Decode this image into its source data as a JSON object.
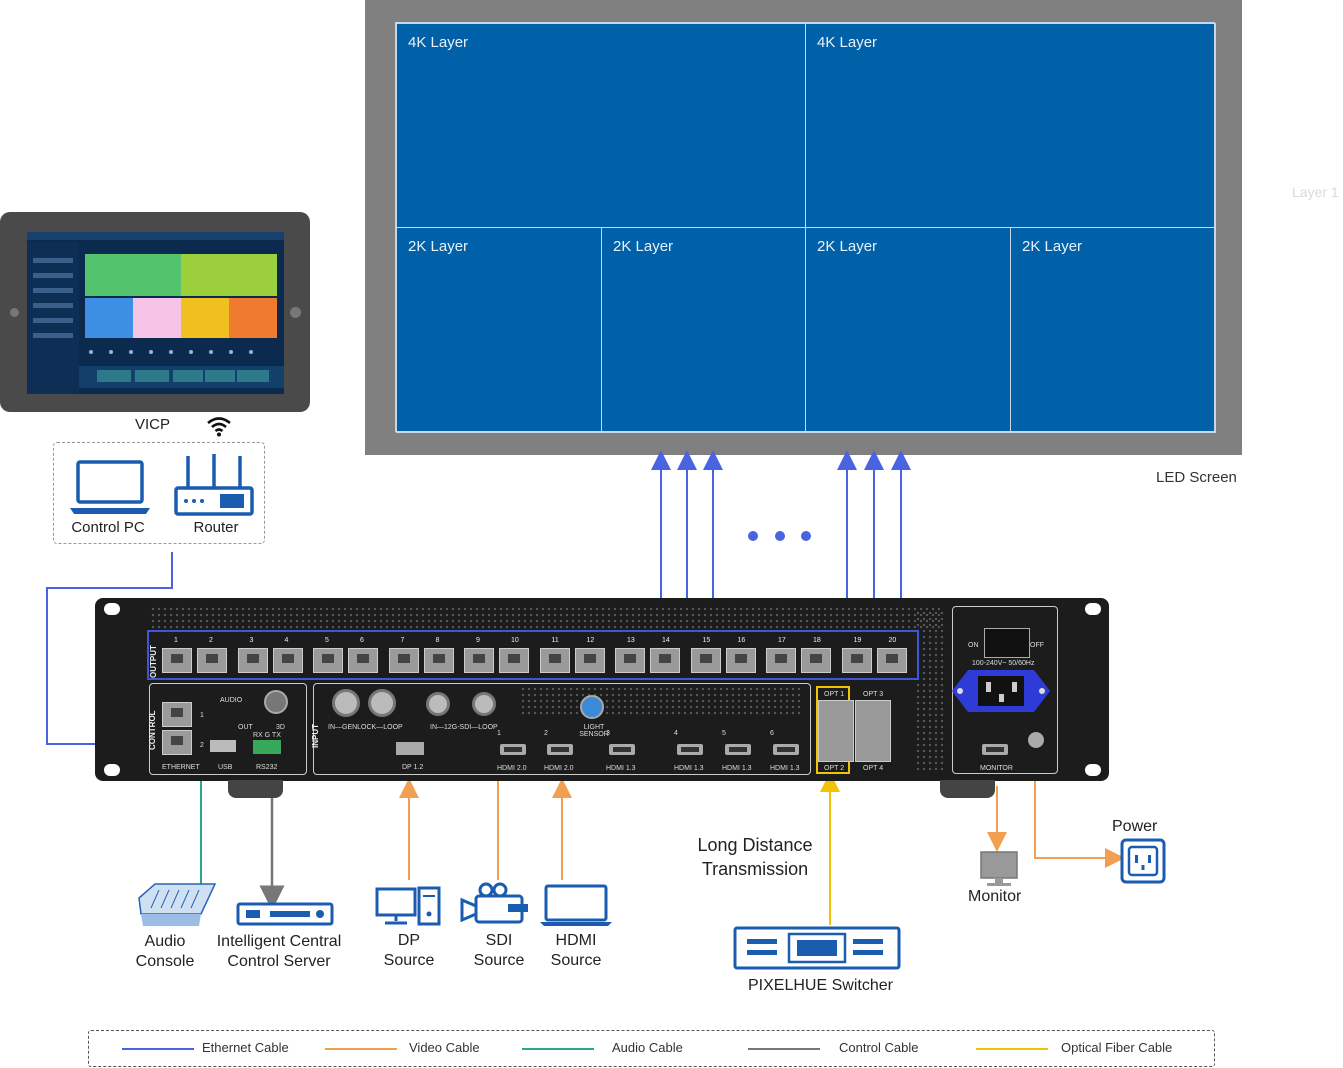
{
  "screen": {
    "label": "LED Screen",
    "ghost_label": "Layer 1",
    "layers_4k": [
      "4K Layer",
      "4K Layer"
    ],
    "layers_2k": [
      "2K Layer",
      "2K Layer",
      "2K Layer",
      "2K Layer"
    ],
    "color": "#0061a8"
  },
  "control": {
    "tablet_label": "VICP",
    "pc_label": "Control PC",
    "router_label": "Router"
  },
  "chassis": {
    "output_label": "OUTPUT",
    "control_label": "CONTROL",
    "input_label": "INPUT",
    "output_ports": [
      "1",
      "2",
      "3",
      "4",
      "5",
      "6",
      "7",
      "8",
      "9",
      "10",
      "11",
      "12",
      "13",
      "14",
      "15",
      "16",
      "17",
      "18",
      "19",
      "20"
    ],
    "ethernet_label": "ETHERNET",
    "usb_label": "USB",
    "rs232_label": "RS232",
    "rxgtx_label": "RX G TX",
    "audio_label": "AUDIO",
    "out_label": "OUT",
    "three_d_label": "3D",
    "genlock_label": "IN—GENLOCK—LOOP",
    "sdi_label": "IN—12G-SDI—LOOP",
    "light_sensor_label": "LIGHT SENSOR",
    "dp_label": "DP 1.2",
    "hdmi_inputs": [
      {
        "num": "1",
        "label": "HDMI 2.0"
      },
      {
        "num": "2",
        "label": "HDMI 2.0"
      },
      {
        "num": "3",
        "label": "HDMI 1.3"
      },
      {
        "num": "4",
        "label": "HDMI 1.3"
      },
      {
        "num": "5",
        "label": "HDMI 1.3"
      },
      {
        "num": "6",
        "label": "HDMI 1.3"
      }
    ],
    "opt_labels": [
      "OPT 1",
      "OPT 3",
      "OPT 2",
      "OPT 4"
    ],
    "switch_on": "ON",
    "switch_off": "OFF",
    "power_spec": "100-240V~ 50/60Hz",
    "monitor_port_label": "MONITOR"
  },
  "devices": {
    "audio_console": "Audio\nConsole",
    "central_server": "Intelligent Central\nControl Server",
    "dp_source": "DP\nSource",
    "sdi_source": "SDI\nSource",
    "hdmi_source": "HDMI\nSource",
    "long_distance": "Long Distance\nTransmission",
    "switcher": "PIXELHUE Switcher",
    "monitor": "Monitor",
    "power": "Power"
  },
  "legend": [
    {
      "label": "Ethernet Cable",
      "color": "#4a63e0"
    },
    {
      "label": "Video Cable",
      "color": "#f0a050"
    },
    {
      "label": "Audio Cable",
      "color": "#2aa88a"
    },
    {
      "label": "Control Cable",
      "color": "#777777"
    },
    {
      "label": "Optical Fiber Cable",
      "color": "#f2c300"
    }
  ]
}
